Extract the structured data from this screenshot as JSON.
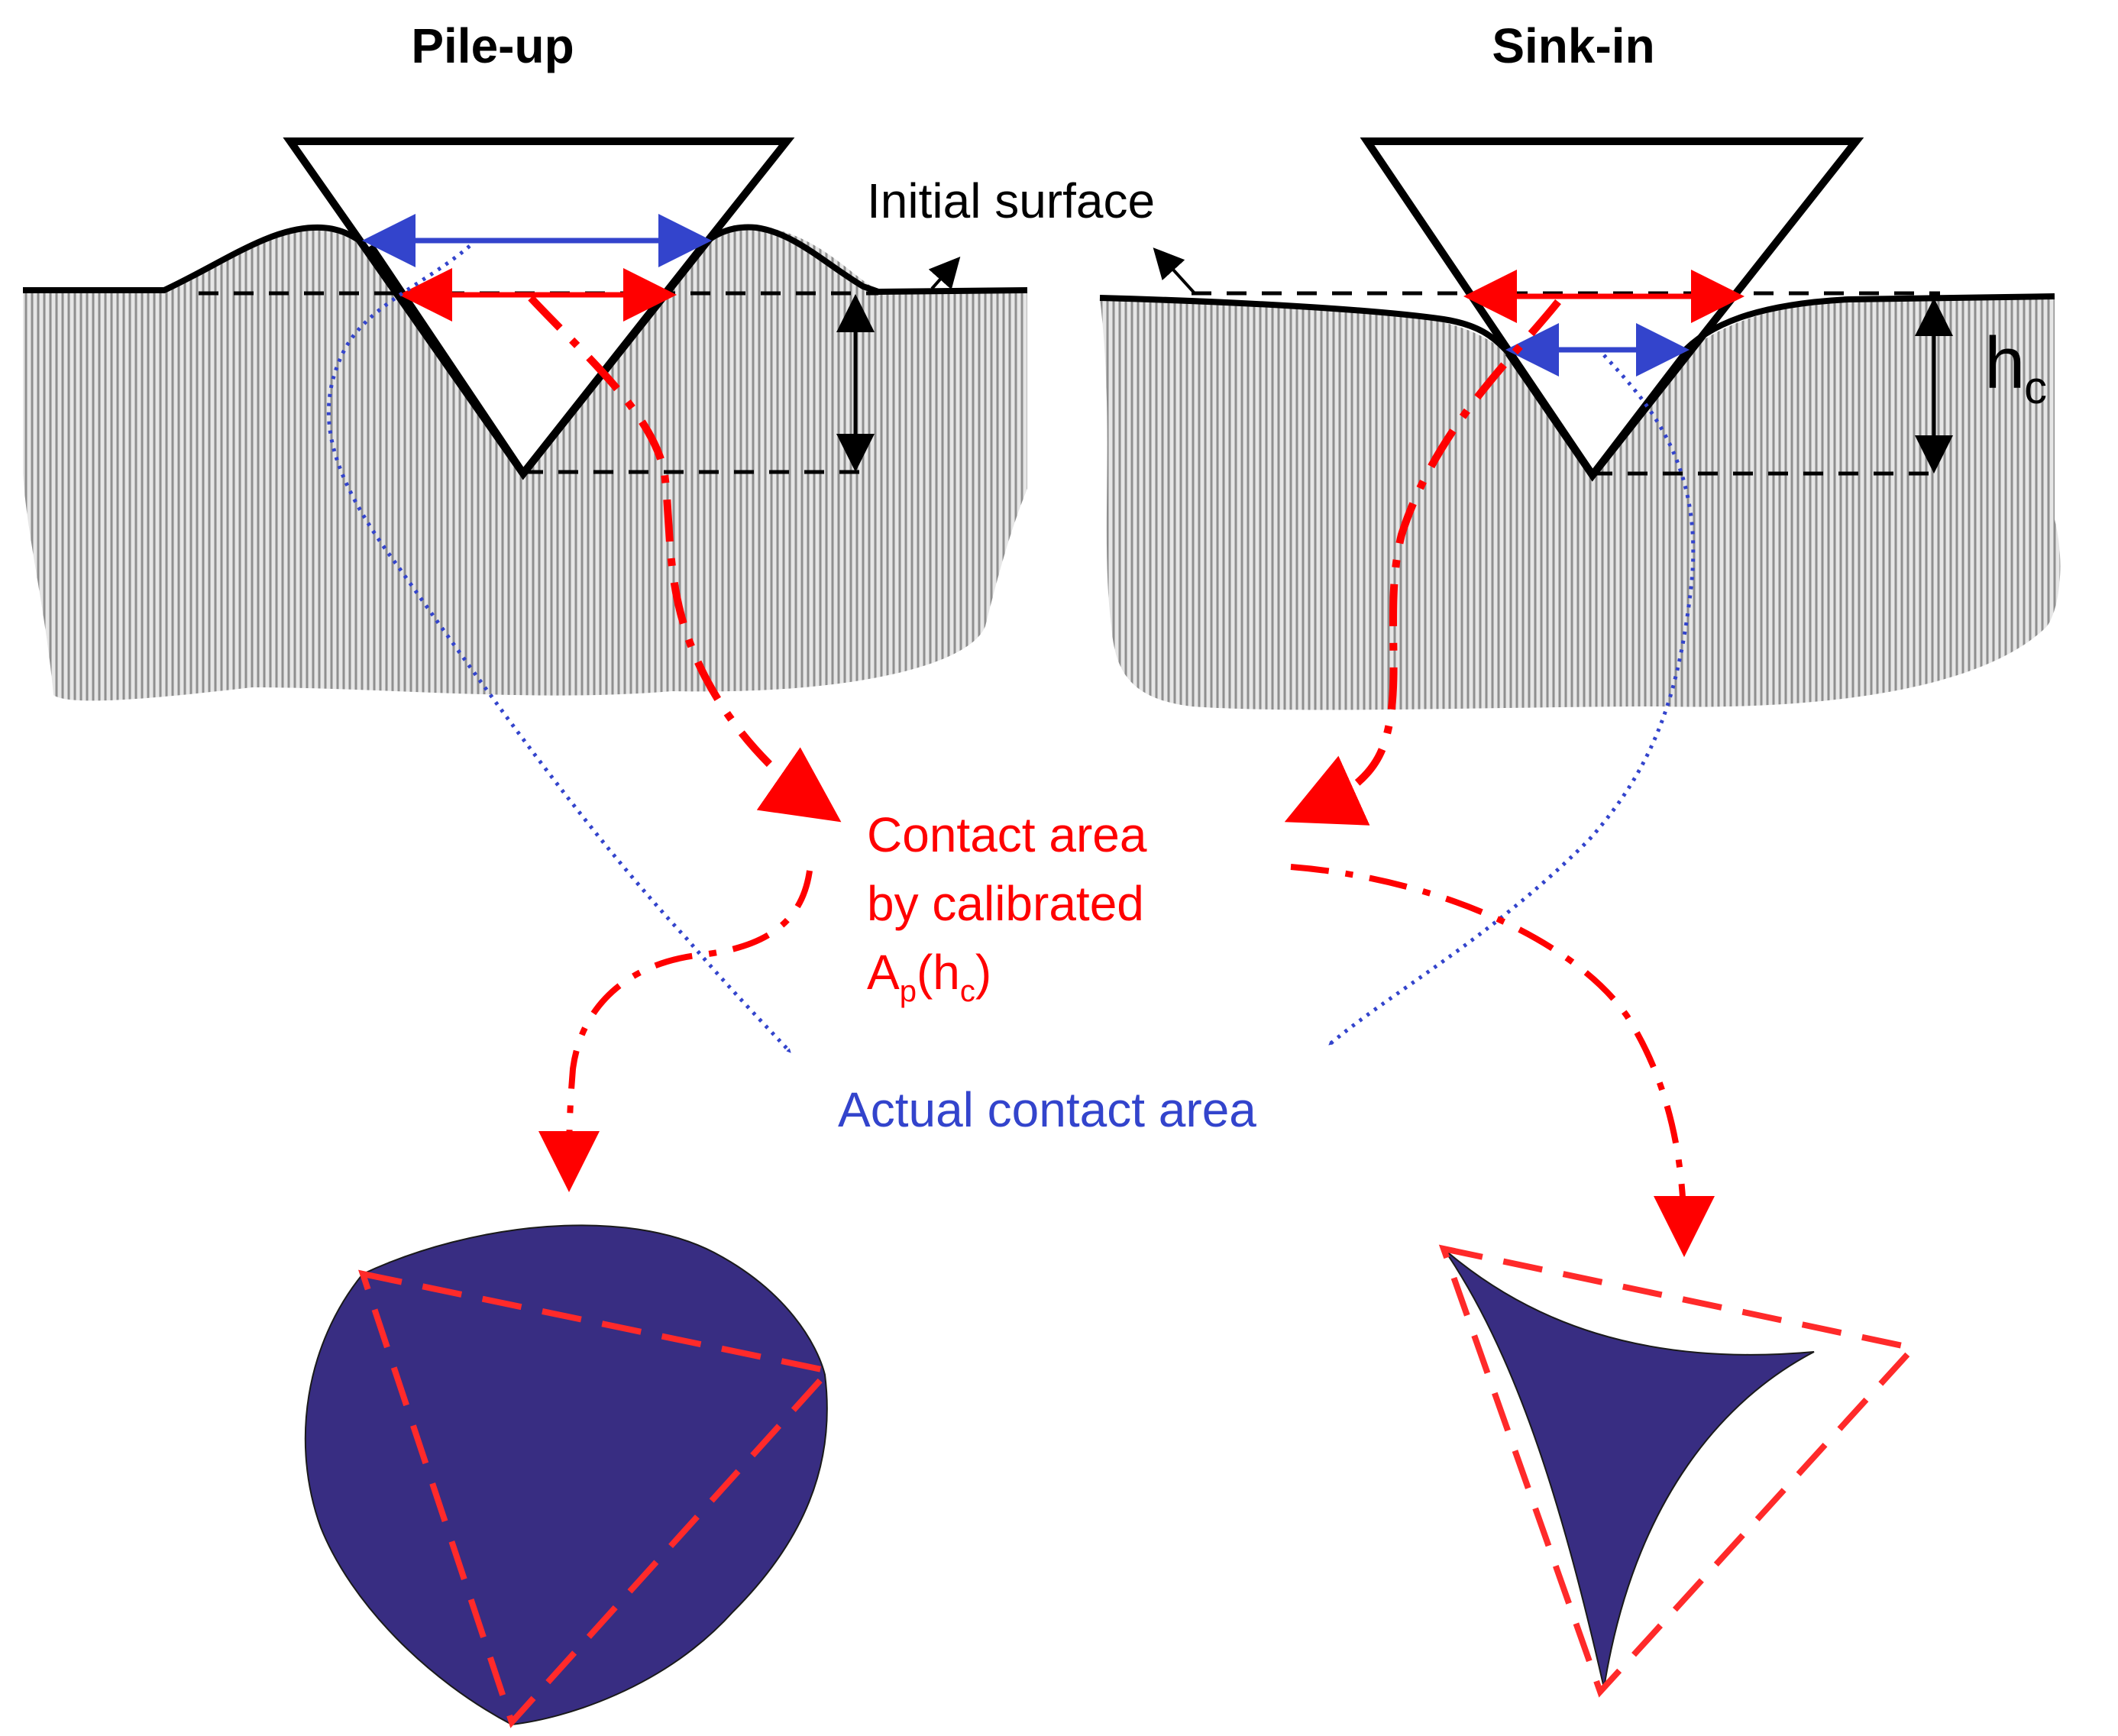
{
  "titles": {
    "left": "Pile-up",
    "right": "Sink-in"
  },
  "labels": {
    "initial_surface": "Initial surface",
    "hc_main": "h",
    "hc_sub": "c",
    "contact_line1": "Contact area",
    "contact_line2": "by calibrated",
    "contact_line3_A": "A",
    "contact_line3_p": "p",
    "contact_line3_open": "(h",
    "contact_line3_c": "c",
    "contact_line3_close": ")",
    "actual_contact_area": "Actual contact area"
  },
  "colors": {
    "red": "#ff0000",
    "blue": "#3344cc",
    "navy_fill": "#382d82",
    "hatch": "#9a9a9a",
    "black": "#000000"
  },
  "icons": {
    "arrow": "arrowhead",
    "indenter": "triangle-outline"
  }
}
